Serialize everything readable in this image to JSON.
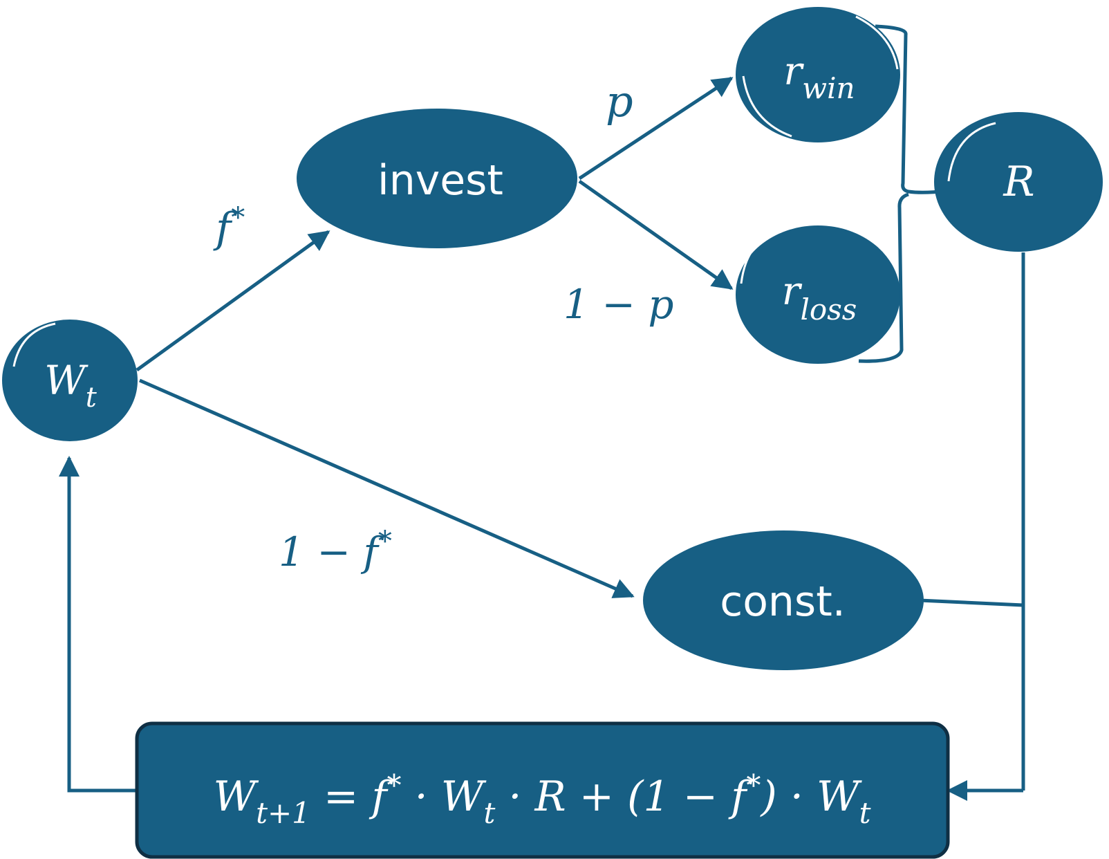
{
  "colors": {
    "node_fill": "#175f84",
    "edge": "#175f84",
    "box_border": "#0f2f44",
    "node_text": "#ffffff",
    "label_text": "#175f84",
    "background": "#ffffff"
  },
  "nodes": {
    "wealth": {
      "main": "W",
      "sub": "t"
    },
    "invest": {
      "label": "invest"
    },
    "r_win": {
      "main": "r",
      "sub": "win"
    },
    "r_loss": {
      "main": "r",
      "sub": "loss"
    },
    "return": {
      "label": "R"
    },
    "const": {
      "label": "const."
    }
  },
  "edge_labels": {
    "f_star": {
      "main": "f",
      "sup": "*"
    },
    "p": "p",
    "one_minus_p": "1 − p",
    "one_minus_f_star": {
      "prefix": "1 − ",
      "main": "f",
      "sup": "*"
    }
  },
  "update_formula": {
    "lhs_main": "W",
    "lhs_sub": "t+1",
    "eq": " = ",
    "f1": "f",
    "f1_sup": "*",
    "dot1": " · ",
    "w1": "W",
    "w1_sub": "t",
    "dot2": " · ",
    "r": "R",
    "plus": " + (1 − ",
    "f2": "f",
    "f2_sup": "*",
    "close": ") · ",
    "w2": "W",
    "w2_sub": "t"
  }
}
